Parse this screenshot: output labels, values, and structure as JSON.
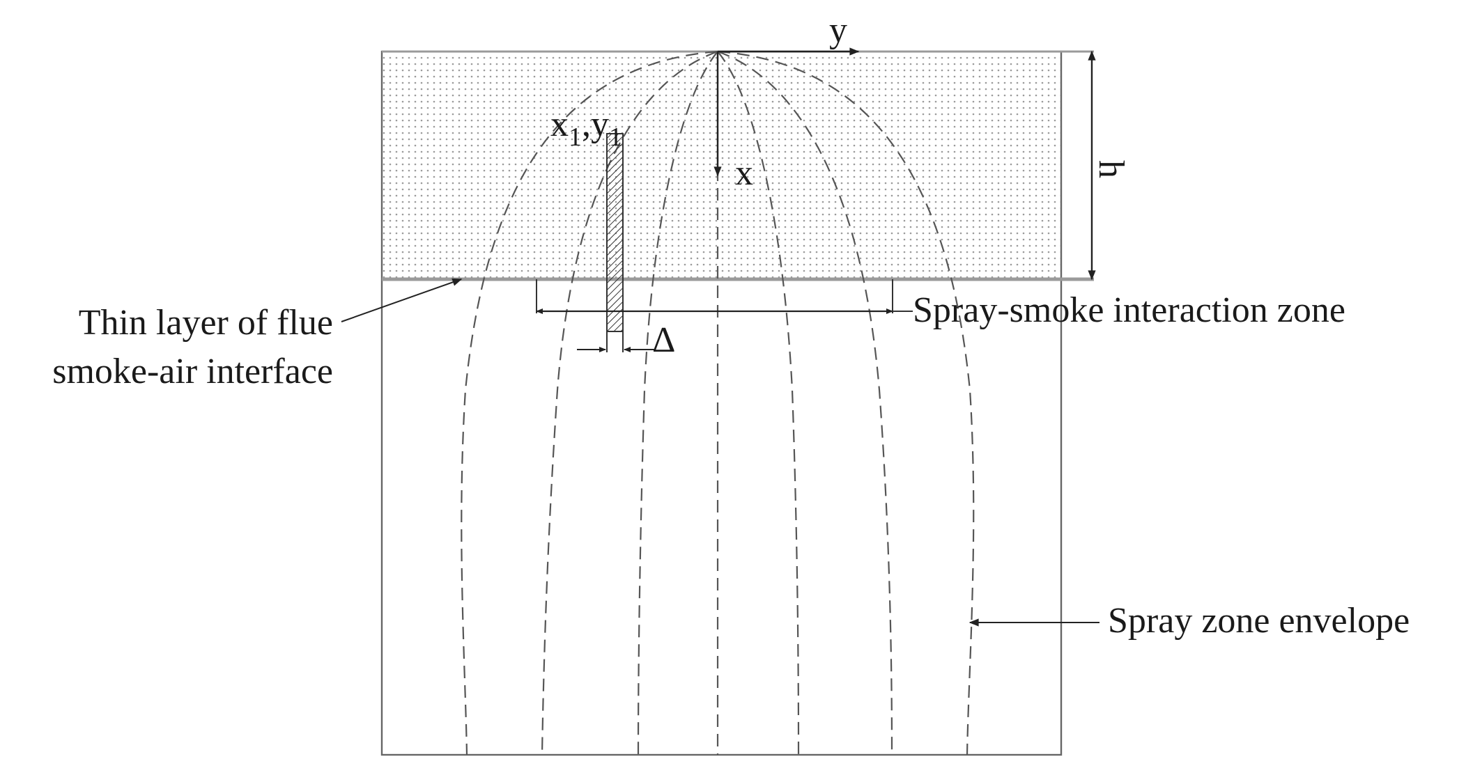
{
  "labels": {
    "y_axis": "y",
    "x_axis": "x",
    "h": "h",
    "point_x": "x",
    "point_x_sub": "1",
    "point_sep": ",",
    "point_y": "y",
    "point_y_sub": "1",
    "delta": "Δ",
    "interaction_zone": "Spray-smoke interaction zone",
    "interface_line1": "Thin layer of flue",
    "interface_line2": "smoke-air interface",
    "envelope": "Spray zone envelope"
  },
  "colors": {
    "dot_fill": "#9a9a9a",
    "line": "#333333",
    "dash": "#555555",
    "frame": "#666666"
  }
}
